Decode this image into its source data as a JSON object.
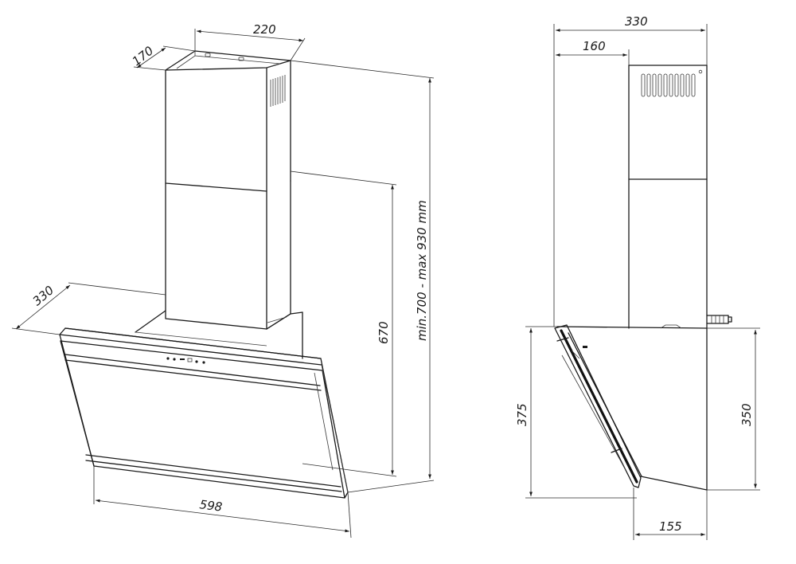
{
  "front_view": {
    "chimney_width": "220",
    "chimney_depth": "170",
    "hood_depth": "330",
    "hood_height": "670",
    "height_range": "min.700 - max 930 mm",
    "hood_width": "598"
  },
  "side_view": {
    "total_depth": "330",
    "chimney_offset": "160",
    "front_height": "375",
    "rear_height": "350",
    "bottom_depth": "155"
  }
}
